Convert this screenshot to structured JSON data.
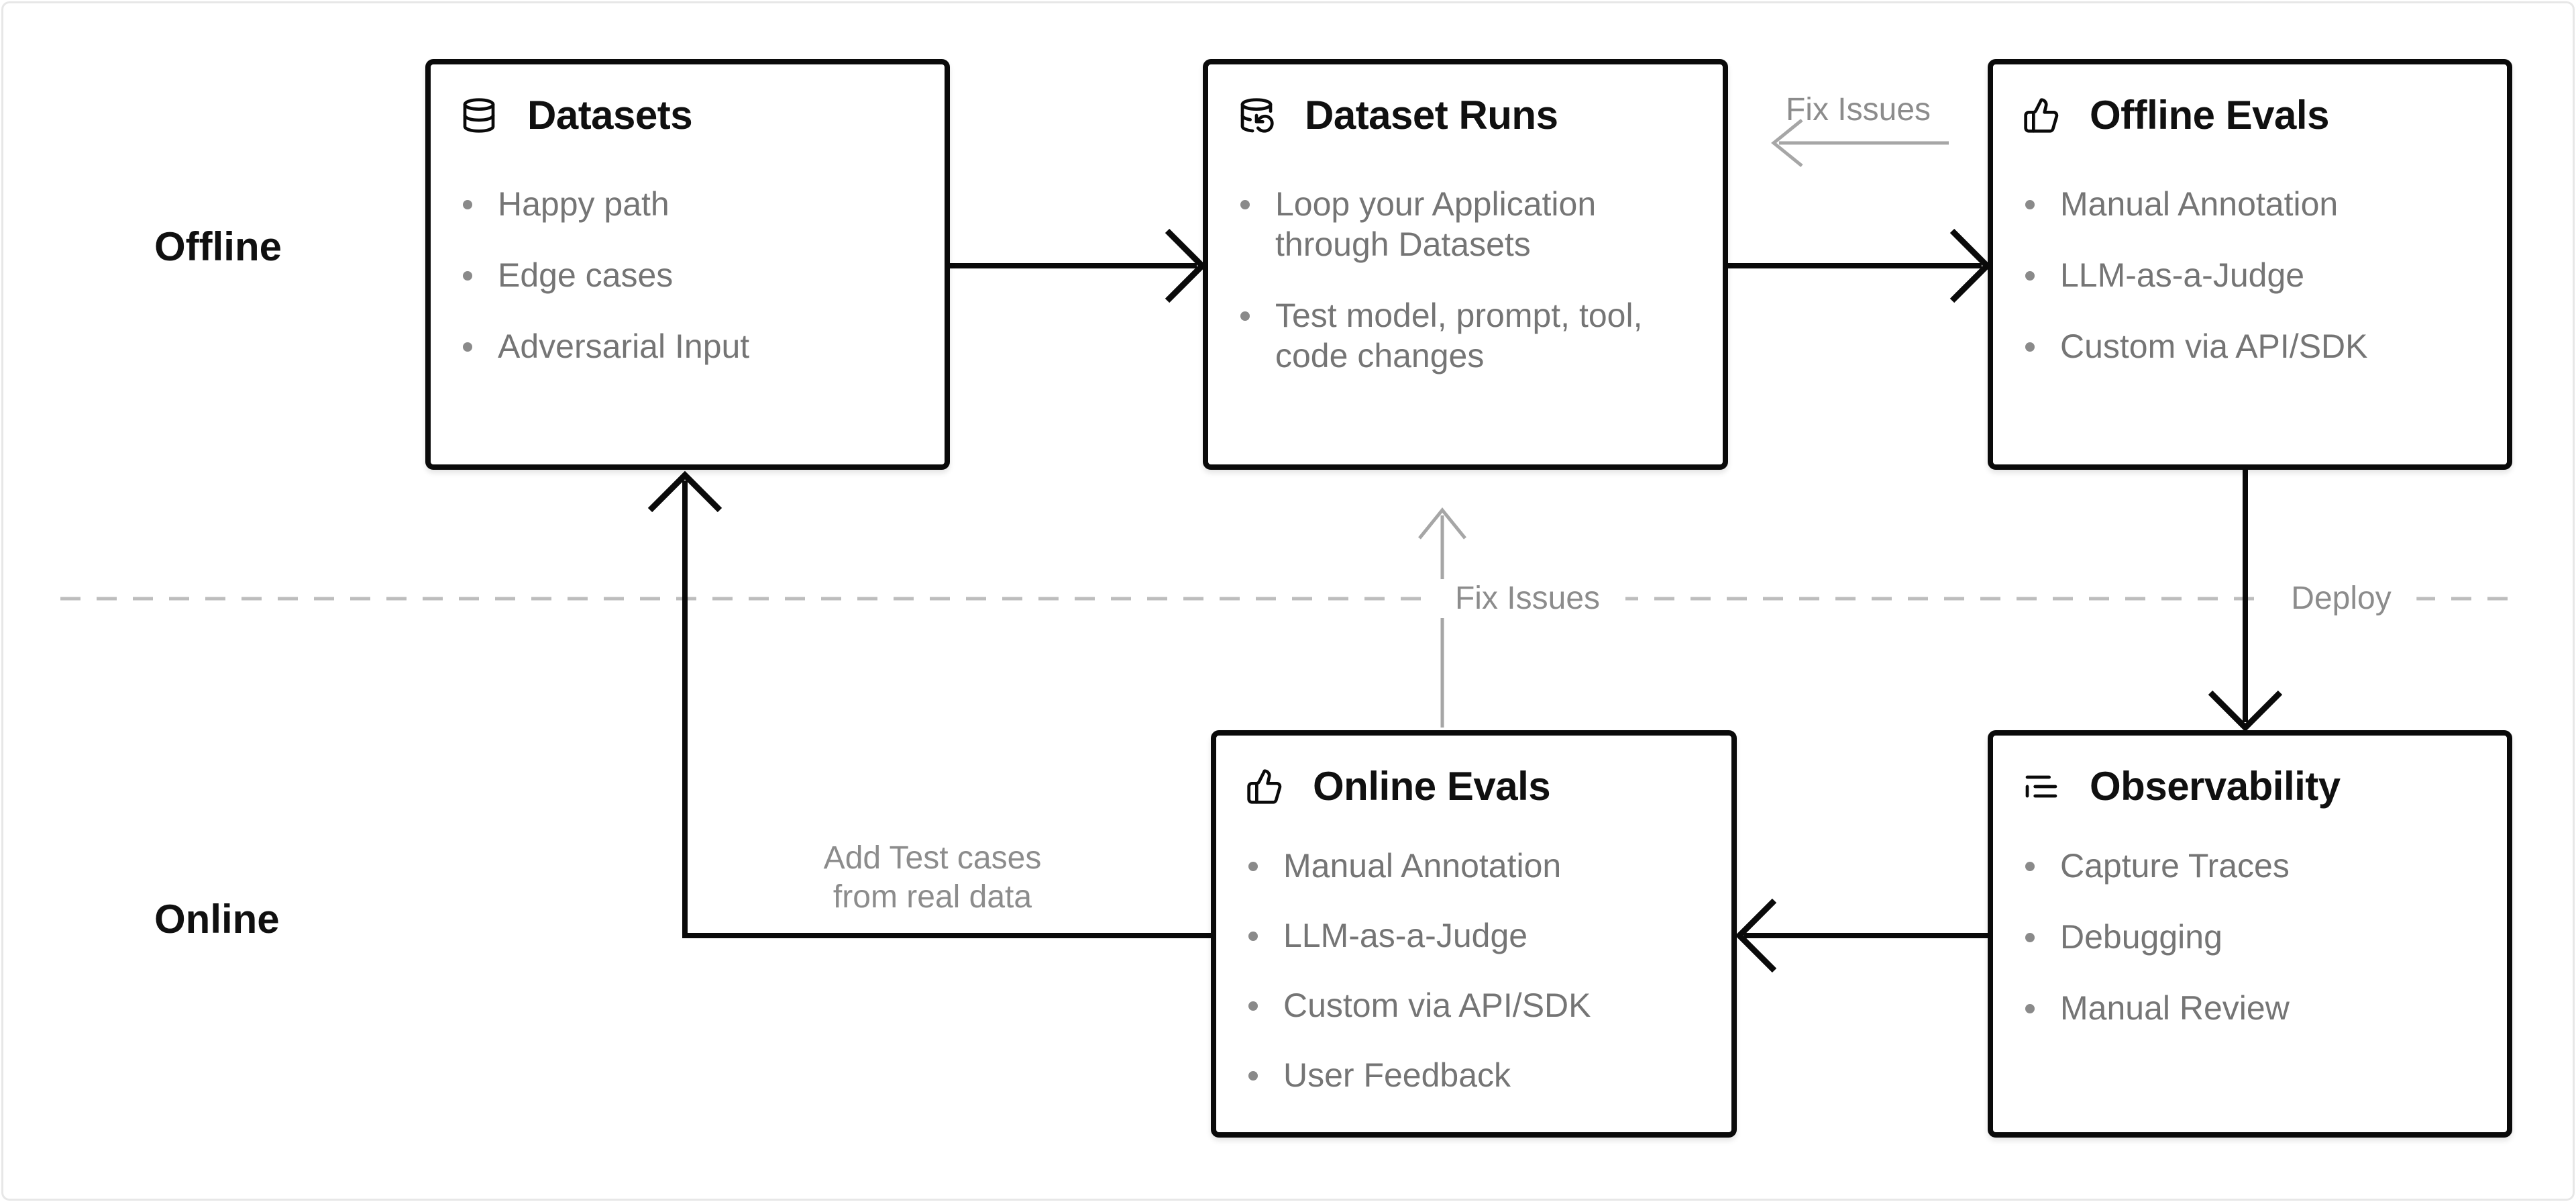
{
  "sections": {
    "offline_label": "Offline",
    "online_label": "Online"
  },
  "boxes": {
    "datasets": {
      "title": "Datasets",
      "icon": "database-icon",
      "items": [
        "Happy path",
        "Edge cases",
        "Adversarial Input"
      ]
    },
    "dataset_runs": {
      "title": "Dataset Runs",
      "icon": "database-backup-icon",
      "items": [
        "Loop your Application through Datasets",
        "Test model, prompt, tool, code changes"
      ]
    },
    "offline_evals": {
      "title": "Offline Evals",
      "icon": "thumbs-up-icon",
      "items": [
        "Manual Annotation",
        "LLM-as-a-Judge",
        "Custom via API/SDK"
      ]
    },
    "online_evals": {
      "title": "Online Evals",
      "icon": "thumbs-up-icon",
      "items": [
        "Manual Annotation",
        "LLM-as-a-Judge",
        "Custom via API/SDK",
        "User Feedback"
      ]
    },
    "observability": {
      "title": "Observability",
      "icon": "logs-icon",
      "items": [
        "Capture Traces",
        "Debugging",
        "Manual Review"
      ]
    }
  },
  "connectors": {
    "fix_issues_top": "Fix Issues",
    "fix_issues_mid": "Fix Issues",
    "deploy": "Deploy",
    "add_test_cases_line1": "Add Test cases",
    "add_test_cases_line2": "from real data"
  },
  "colors": {
    "box_border": "#0a0a0a",
    "title_text": "#101010",
    "list_text": "#757575",
    "connector_label": "#8c8c8c",
    "gray_arrow": "#a6a6a6",
    "dashed_line": "#bdbdbd",
    "background": "#ffffff"
  }
}
